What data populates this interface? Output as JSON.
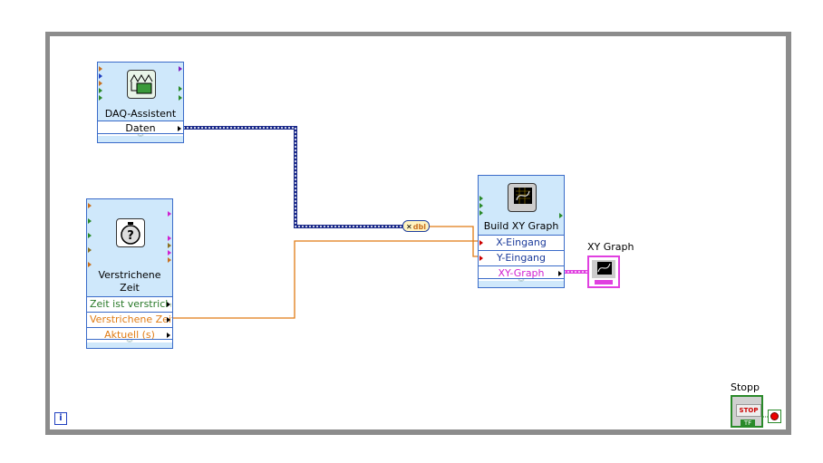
{
  "daq": {
    "title": "DAQ-Assistent",
    "output": "Daten",
    "icon": "daq-card-icon"
  },
  "timer": {
    "title_line1": "Verstrichene",
    "title_line2": "Zeit",
    "outputs": [
      "Zeit ist verstrichen",
      "Verstrichene Zeit",
      "Aktuell (s)"
    ],
    "icon": "stopwatch-icon"
  },
  "convert": {
    "label": "dbl",
    "icon": "convert-from-dynamic-data-icon"
  },
  "build_xy": {
    "title": "Build XY Graph",
    "inputs": [
      "X-Eingang",
      "Y-Eingang"
    ],
    "output": "XY-Graph",
    "icon": "xy-graph-icon"
  },
  "xy_graph": {
    "label": "XY Graph"
  },
  "stop": {
    "label": "Stopp",
    "button": "STOP",
    "type": "TF"
  },
  "loop": {
    "info": "i"
  },
  "colors": {
    "dynamic_wire": "#1b2a8a",
    "orange_wire": "#e07b14",
    "cluster_wire": "#e040e0",
    "loop_border": "#8c8c8c",
    "node_bg": "#cfe8fb"
  }
}
